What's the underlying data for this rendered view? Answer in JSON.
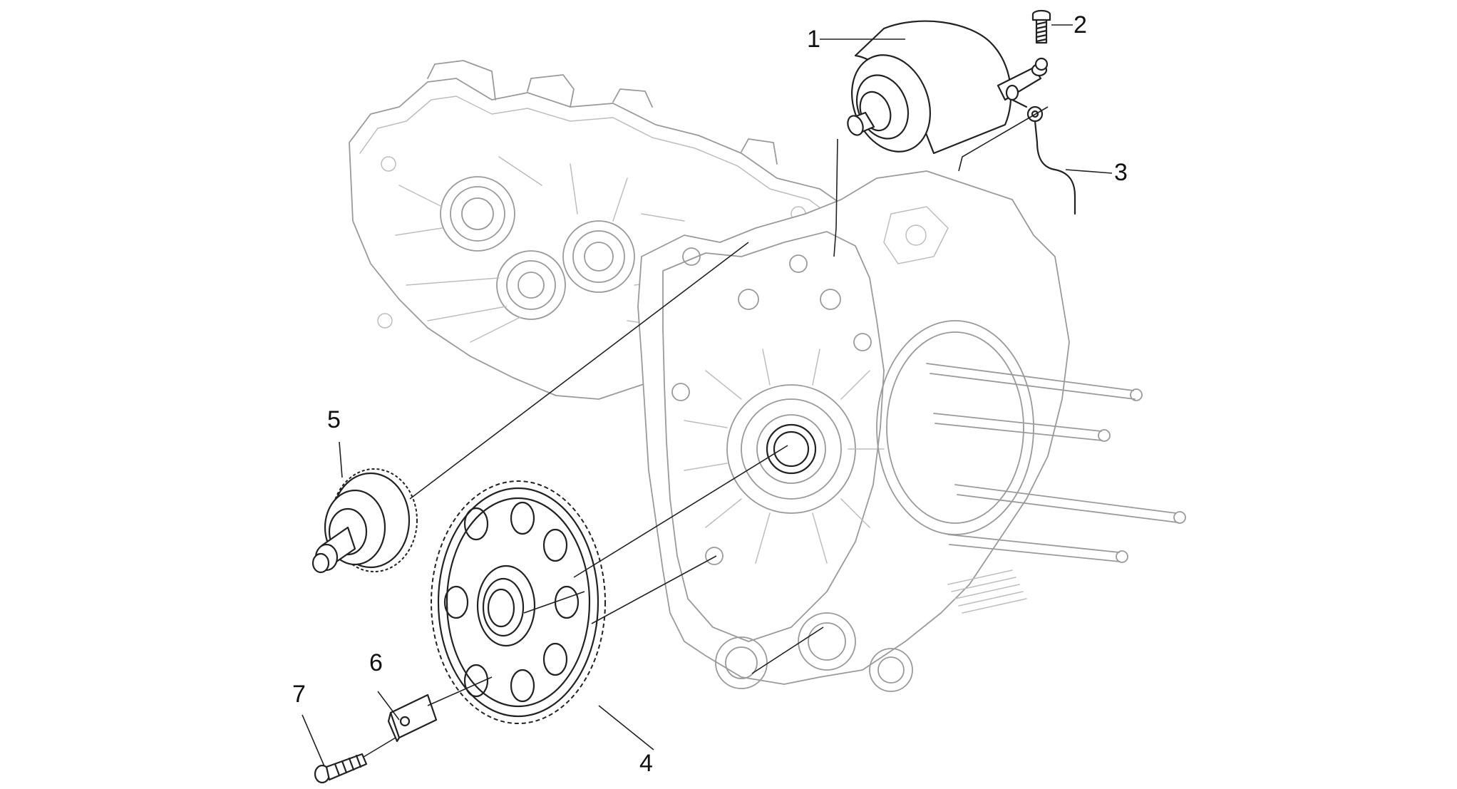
{
  "diagram": {
    "parts": [
      {
        "id": "starter-motor",
        "number": "1"
      },
      {
        "id": "screw",
        "number": "2"
      },
      {
        "id": "ground-cable",
        "number": "3"
      },
      {
        "id": "starter-gear",
        "number": "4"
      },
      {
        "id": "intermediate-gear",
        "number": "5"
      },
      {
        "id": "retaining-plate",
        "number": "6"
      },
      {
        "id": "plate-screw",
        "number": "7"
      }
    ]
  }
}
